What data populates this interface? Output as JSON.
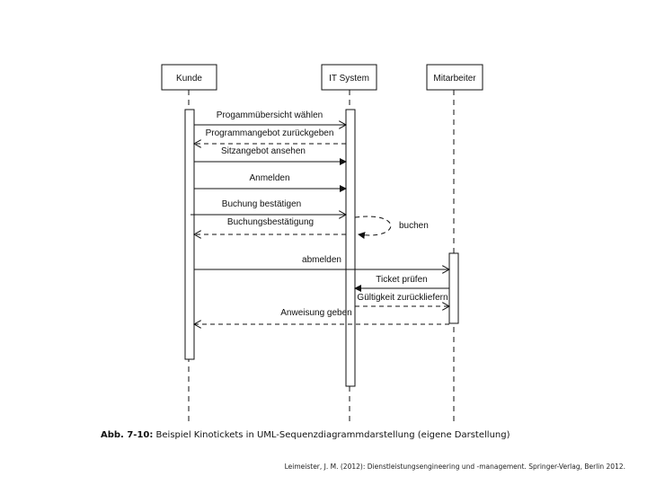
{
  "participants": [
    {
      "id": "kunde",
      "label": "Kunde"
    },
    {
      "id": "it",
      "label": "IT System"
    },
    {
      "id": "mitarbeiter",
      "label": "Mitarbeiter"
    }
  ],
  "messages": [
    {
      "label": "Progammübersicht wählen",
      "from": "kunde",
      "to": "it",
      "style": "solid"
    },
    {
      "label": "Programmangebot zurückgeben",
      "from": "it",
      "to": "kunde",
      "style": "dashed"
    },
    {
      "label": "Sitzangebot ansehen",
      "from": "kunde",
      "to": "it",
      "style": "solid"
    },
    {
      "label": "Anmelden",
      "from": "kunde",
      "to": "it",
      "style": "solid"
    },
    {
      "label": "Buchung bestätigen",
      "from": "kunde",
      "to": "it",
      "style": "solid"
    },
    {
      "label": "Buchungsbestätigung",
      "from": "it",
      "to": "kunde",
      "style": "dashed"
    },
    {
      "label": "buchen",
      "from": "it",
      "to": "it",
      "style": "dashed"
    },
    {
      "label": "abmelden",
      "from": "kunde",
      "to": "mitarbeiter",
      "style": "solid"
    },
    {
      "label": "Ticket prüfen",
      "from": "mitarbeiter",
      "to": "it",
      "style": "solid"
    },
    {
      "label": "Gültigkeit zurückliefern",
      "from": "it",
      "to": "mitarbeiter",
      "style": "dashed"
    },
    {
      "label": "Anweisung geben",
      "from": "mitarbeiter",
      "to": "kunde",
      "style": "dashed"
    }
  ],
  "caption": {
    "prefix": "Abb. 7-10:",
    "text": " Beispiel Kinotickets in UML-Sequenzdiagrammdarstellung (eigene Darstellung)"
  },
  "source": "Leimeister, J. M. (2012): Dienstleistungsengineering und -management. Springer-Verlag, Berlin 2012."
}
